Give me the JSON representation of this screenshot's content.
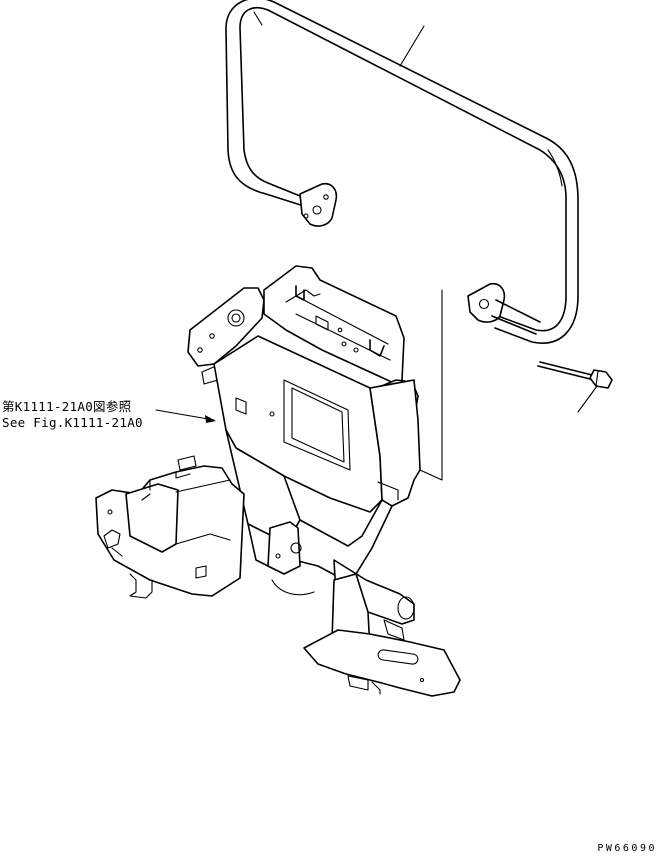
{
  "callout": {
    "reference_jp": "第K1111-21A0図参照",
    "reference_en": "See Fig.K1111-21A0"
  },
  "drawing_id": "PW66090"
}
